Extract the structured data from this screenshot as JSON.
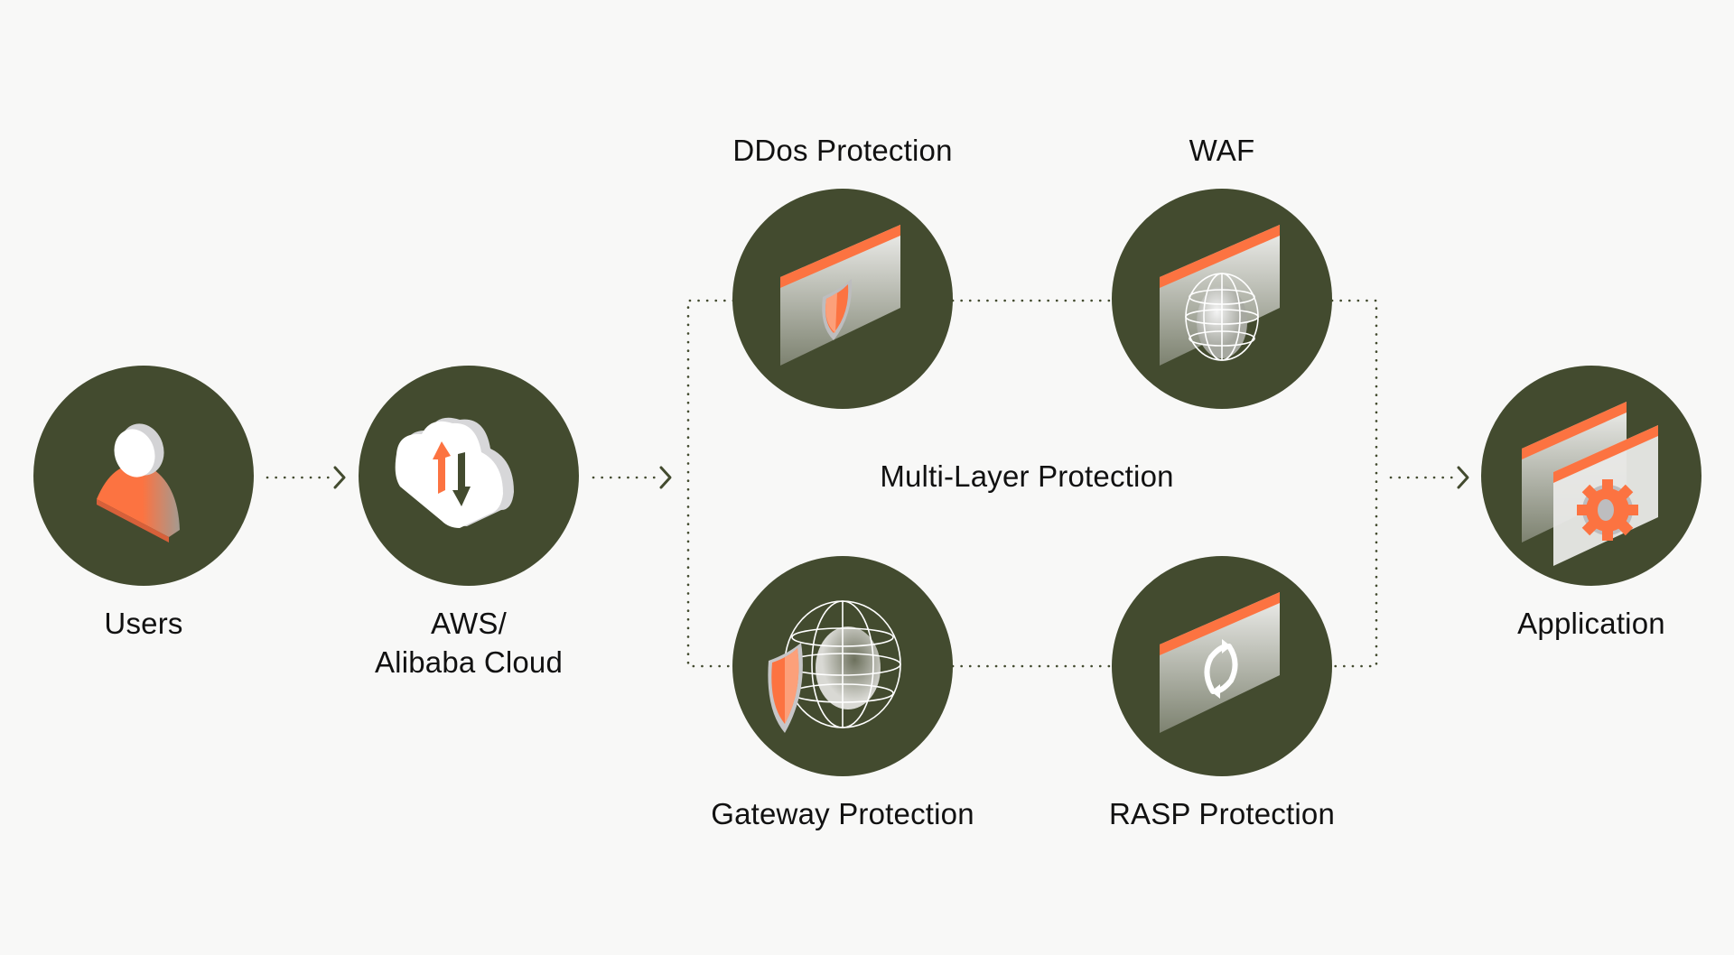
{
  "diagram": {
    "title": "Multi-Layer Protection",
    "colors": {
      "background": "#f8f8f7",
      "node_fill": "#434b2f",
      "accent": "#fc7341",
      "connector": "#434b2f",
      "text": "#111111"
    },
    "nodes": [
      {
        "id": "users",
        "label": "Users",
        "icon": "user-icon"
      },
      {
        "id": "cloud",
        "label_line1": "AWS/",
        "label_line2": "Alibaba Cloud",
        "icon": "cloud-transfer-icon"
      },
      {
        "id": "ddos",
        "label": "DDos Protection",
        "icon": "shield-window-icon"
      },
      {
        "id": "waf",
        "label": "WAF",
        "icon": "globe-window-icon"
      },
      {
        "id": "gateway",
        "label": "Gateway Protection",
        "icon": "shield-globe-icon"
      },
      {
        "id": "rasp",
        "label": "RASP Protection",
        "icon": "sync-window-icon"
      },
      {
        "id": "application",
        "label": "Application",
        "icon": "app-gear-icon"
      }
    ],
    "group": {
      "label": "Multi-Layer Protection",
      "members": [
        "ddos",
        "waf",
        "gateway",
        "rasp"
      ]
    },
    "edges": [
      {
        "from": "users",
        "to": "cloud",
        "style": "dotted-arrow"
      },
      {
        "from": "cloud",
        "to": "group",
        "style": "dotted-arrow"
      },
      {
        "from": "group",
        "to": "application",
        "style": "dotted-arrow"
      }
    ]
  }
}
